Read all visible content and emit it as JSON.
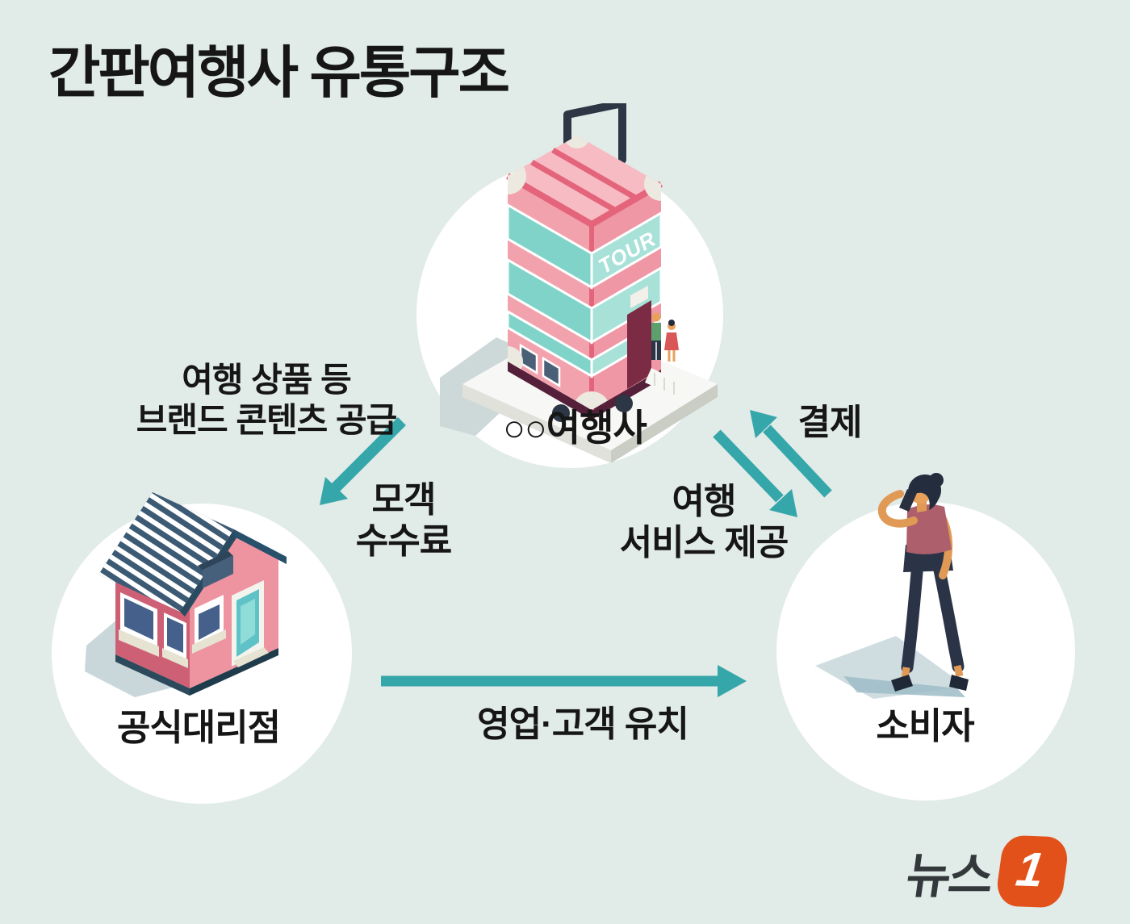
{
  "title": "간판여행사 유통구조",
  "nodes": {
    "agency": {
      "label": "○○여행사",
      "sign": "TOUR"
    },
    "dealer": {
      "label": "공식대리점"
    },
    "consumer": {
      "label": "소비자"
    }
  },
  "flows": {
    "supply": {
      "line1": "여행 상품 등",
      "line2": "브랜드 콘텐츠 공급"
    },
    "commission": {
      "line1": "모객",
      "line2": "수수료"
    },
    "payment": {
      "label": "결제"
    },
    "service": {
      "line1": "여행",
      "line2": "서비스 제공"
    },
    "sales": {
      "label": "영업·고객 유치"
    }
  },
  "logo": {
    "wordmark": "뉴스",
    "badge": "1"
  },
  "colors": {
    "background": "#e1ebe8",
    "arrow": "#35a6a9",
    "text": "#161616",
    "logo_badge": "#e3511b",
    "logo_text": "#33383a"
  }
}
